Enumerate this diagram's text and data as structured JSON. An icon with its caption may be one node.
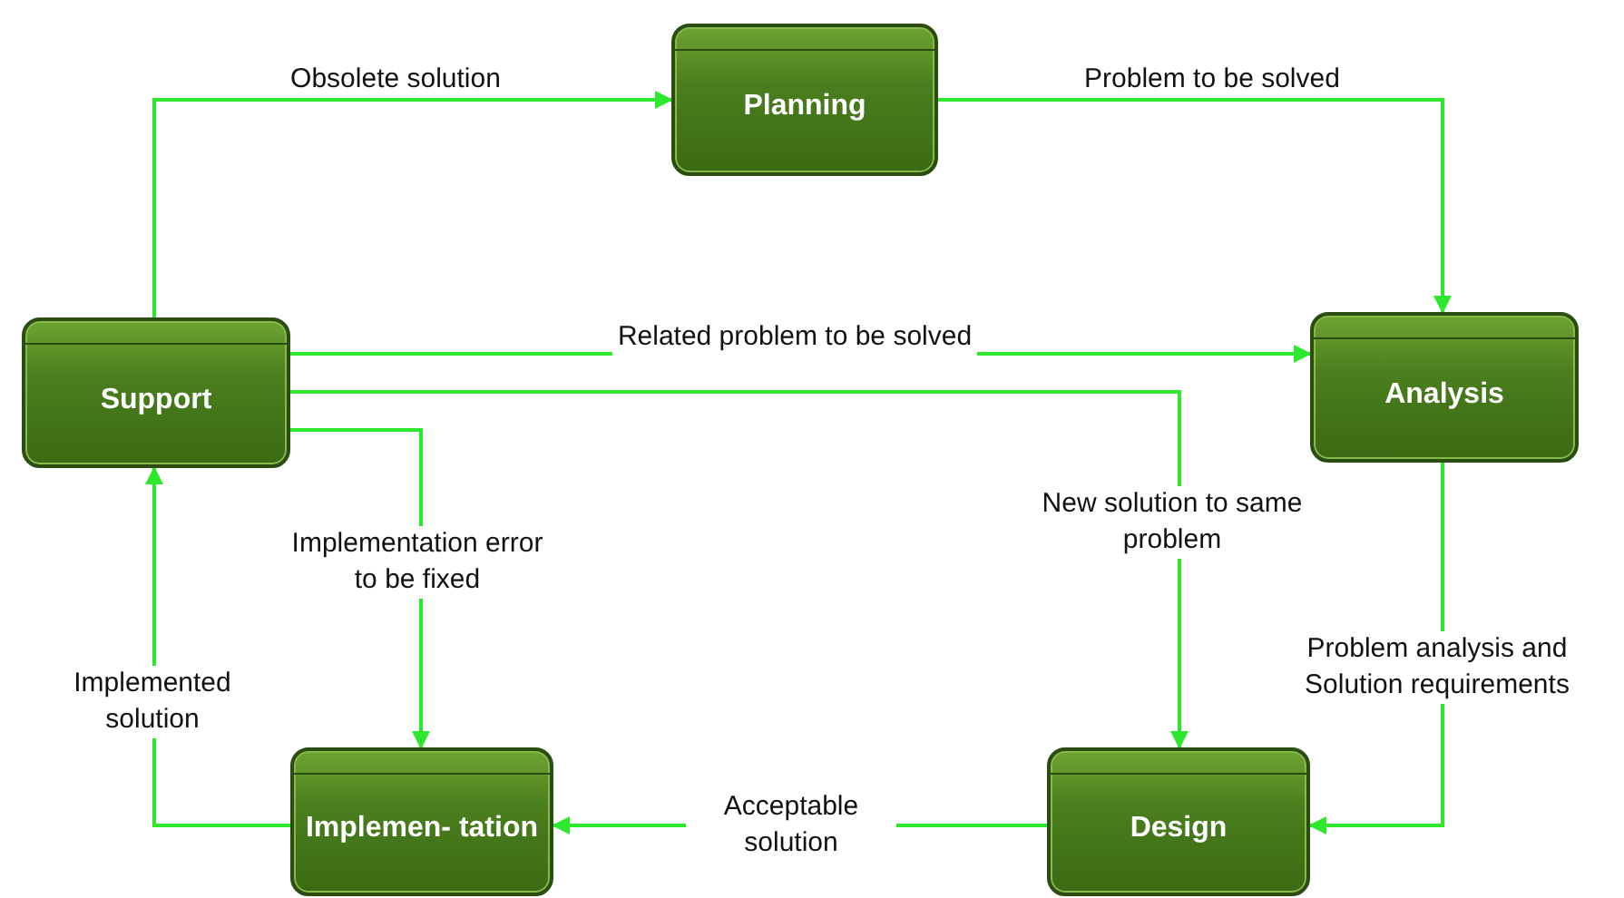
{
  "diagram": {
    "nodes": [
      {
        "text": [
          "Planning"
        ]
      },
      {
        "text": [
          "Support"
        ]
      },
      {
        "text": [
          "Analysis"
        ]
      },
      {
        "text": [
          "Implemen- tation"
        ]
      },
      {
        "text": [
          "Design"
        ]
      }
    ],
    "edges": [
      {
        "from": 1,
        "to": 0,
        "arrow": "to",
        "label": "Obsolete solution"
      },
      {
        "from": 0,
        "to": 2,
        "arrow": "to",
        "label": "Problem to be solved"
      },
      {
        "from": 1,
        "to": 2,
        "arrow": "to",
        "label": "Related problem to be solved"
      },
      {
        "from": 1,
        "to": 4,
        "arrow": "to",
        "label": "New solution to same problem"
      },
      {
        "from": 1,
        "to": 3,
        "arrow": "to",
        "label": "Implementation error to be fixed"
      },
      {
        "from": 2,
        "to": 4,
        "arrow": "to",
        "label": "Problem analysis and Solution requirements"
      },
      {
        "from": 4,
        "to": 3,
        "arrow": "to",
        "label": "Acceptable solution"
      },
      {
        "from": 3,
        "to": 1,
        "arrow": "to",
        "label": "Implemented solution"
      }
    ]
  }
}
